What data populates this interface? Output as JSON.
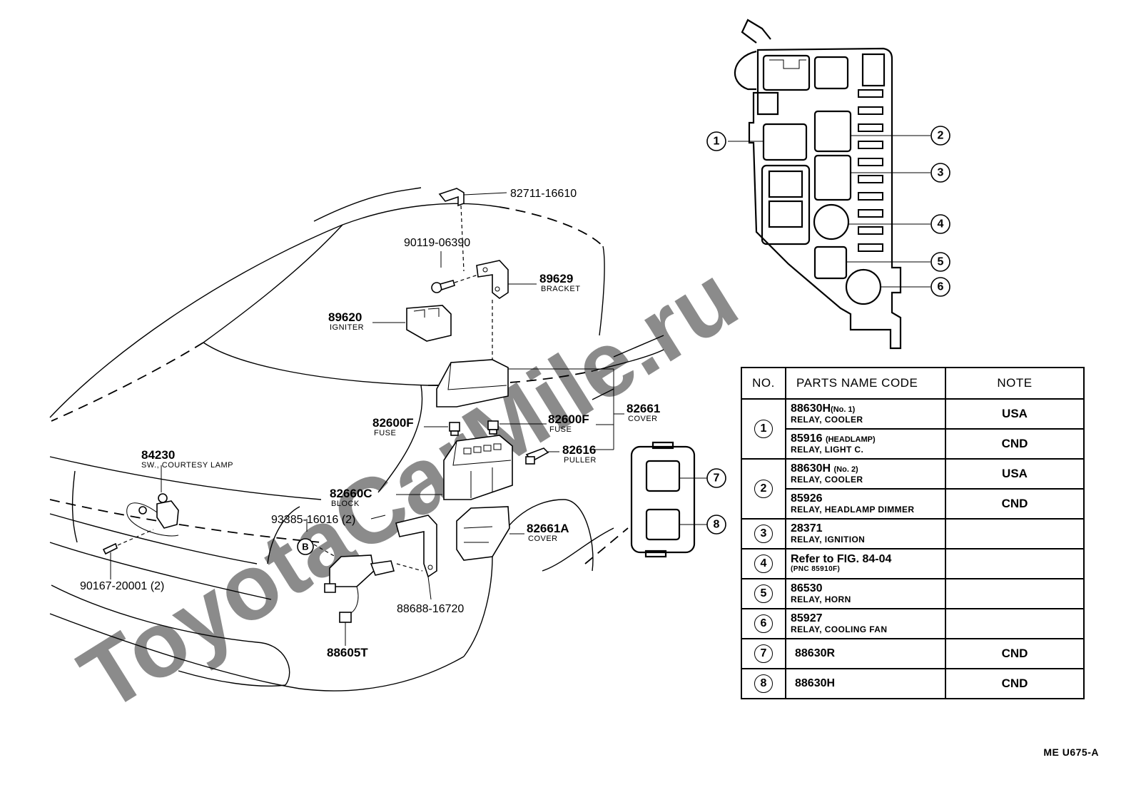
{
  "watermark": "ToyotaCarMile.ru",
  "footer_code": "ME U675-A",
  "labels": {
    "p82711": "82711-16610",
    "p90119": "90119-06390",
    "p89629": "89629",
    "p89629_sub": "BRACKET",
    "p89620": "89620",
    "p89620_sub": "IGNITER",
    "p82661": "82661",
    "p82661_sub": "COVER",
    "p82600f_l": "82600F",
    "p82600f_l_sub": "FUSE",
    "p82600f_r": "82600F",
    "p82600f_r_sub": "FUSE",
    "p82616": "82616",
    "p82616_sub": "PULLER",
    "p84230": "84230",
    "p84230_sub": "SW., COURTESY LAMP",
    "p82660c": "82660C",
    "p82660c_sub": "BLOCK",
    "p93385": "93385-16016 (2)",
    "pB": "B",
    "p82661a": "82661A",
    "p82661a_sub": "COVER",
    "p90167": "90167-20001 (2)",
    "p88688": "88688-16720",
    "p88605t": "88605T"
  },
  "callouts": [
    "1",
    "2",
    "3",
    "4",
    "5",
    "6",
    "7",
    "8"
  ],
  "table": {
    "headers": {
      "no": "NO.",
      "name": "PARTS NAME CODE",
      "note": "NOTE"
    },
    "rows": [
      {
        "no": "1",
        "code": "88630H",
        "qual": "(No. 1)",
        "desc": "RELAY, COOLER",
        "note": "USA"
      },
      {
        "no": "",
        "code": "85916",
        "qual": "(HEADLAMP)",
        "desc": "RELAY, LIGHT C.",
        "note": "CND"
      },
      {
        "no": "2",
        "code": "88630H",
        "qual": "(No. 2)",
        "desc": "RELAY, COOLER",
        "note": "USA"
      },
      {
        "no": "",
        "code": "85926",
        "qual": "",
        "desc": "RELAY, HEADLAMP DIMMER",
        "note": "CND"
      },
      {
        "no": "3",
        "code": "28371",
        "qual": "",
        "desc": "RELAY, IGNITION",
        "note": ""
      },
      {
        "no": "4",
        "code": "Refer to FIG. 84-04",
        "qual": "",
        "desc": "(PNC 85910F)",
        "note": ""
      },
      {
        "no": "5",
        "code": "86530",
        "qual": "",
        "desc": "RELAY, HORN",
        "note": ""
      },
      {
        "no": "6",
        "code": "85927",
        "qual": "",
        "desc": "RELAY, COOLING FAN",
        "note": ""
      },
      {
        "no": "7",
        "code": "88630R",
        "qual": "",
        "desc": "",
        "note": "CND"
      },
      {
        "no": "8",
        "code": "88630H",
        "qual": "",
        "desc": "",
        "note": "CND"
      }
    ]
  }
}
